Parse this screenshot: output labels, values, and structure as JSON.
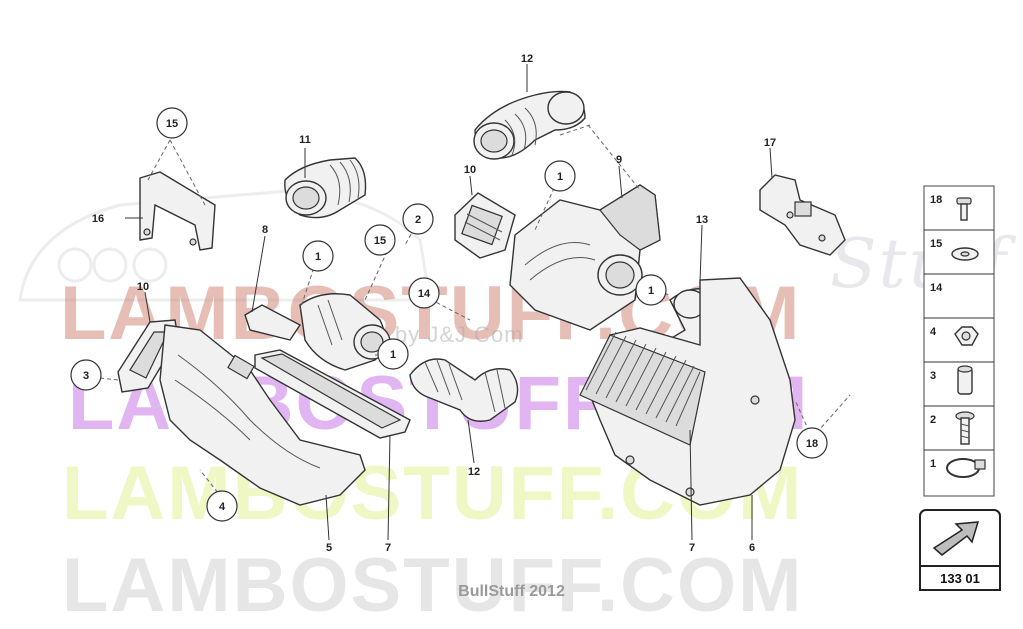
{
  "watermark": {
    "line1": "LAMBOSTUFF.COM",
    "line2": "LAMBOSTUFF.COM",
    "line3": "LAMBOSTUFF.COM",
    "line4": "LAMBOSTUFF.COM",
    "script": "Stuff",
    "sub": "by J&J Com"
  },
  "credit": "BullStuff 2012",
  "page_ref": "133 01",
  "callouts": {
    "c15a": "15",
    "c11": "11",
    "c12a": "12",
    "c10a": "10",
    "c1a": "1",
    "c9": "9",
    "c17": "17",
    "c16": "16",
    "c8": "8",
    "c1b": "1",
    "c2": "2",
    "c15b": "15",
    "c14": "14",
    "c1c": "1",
    "c13": "13",
    "c10b": "10",
    "c1d": "1",
    "c3": "3",
    "c12b": "12",
    "c18": "18",
    "c4": "4",
    "c5": "5",
    "c7a": "7",
    "c7b": "7",
    "c6": "6"
  },
  "legend": [
    "18",
    "15",
    "14",
    "4",
    "3",
    "2",
    "1"
  ]
}
